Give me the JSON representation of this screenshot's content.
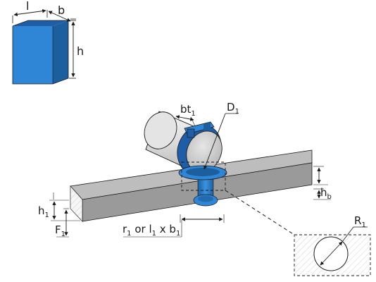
{
  "labels": {
    "box_length": "l",
    "box_width": "b",
    "box_height": "h",
    "belt_thickness": {
      "base": "bt",
      "sub": "1"
    },
    "roller_diameter": {
      "base": "D",
      "sub": "1"
    },
    "beam_height": {
      "base": "h",
      "sub": "b"
    },
    "support_height": {
      "base": "h",
      "sub": "1"
    },
    "load": {
      "base": "F",
      "sub": "1"
    },
    "contact": {
      "r": "r",
      "r_sub": "1",
      "or": " or ",
      "l": "l",
      "l_sub": "1",
      "x": " x ",
      "b": "b",
      "b_sub": "1"
    },
    "detail_radius": {
      "base": "R",
      "sub": "1"
    }
  },
  "colors": {
    "blue_front": "#2f86d6",
    "blue_side": "#1d5f9e",
    "blue_top": "#1f5ea6",
    "roller_grey": "#dcdcdc",
    "beam_top": "#bdbdbd",
    "beam_front": "#9a9a9a",
    "line": "#1a1a1a"
  }
}
